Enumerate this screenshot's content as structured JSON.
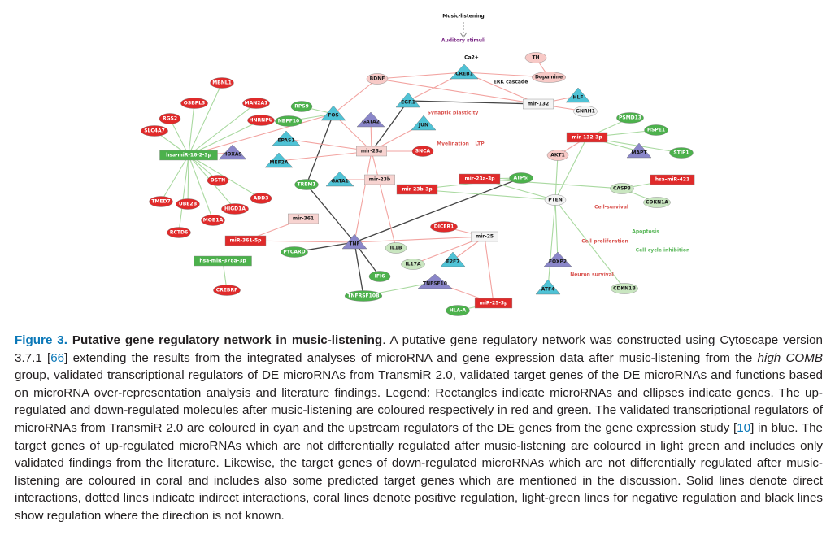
{
  "figure": {
    "top_labels": {
      "music_listening": "Music-listening",
      "auditory_stimuli": "Auditory stimuli",
      "ca2": "Ca2+"
    },
    "process_labels": [
      {
        "id": "synaptic",
        "text": "Synaptic plasticity",
        "color": "#d9534f"
      },
      {
        "id": "myelination",
        "text": "Myelination",
        "color": "#d9534f"
      },
      {
        "id": "ltp",
        "text": "LTP",
        "color": "#d9534f"
      },
      {
        "id": "erk",
        "text": "ERK cascade",
        "color": "#222222"
      },
      {
        "id": "cellsurvival",
        "text": "Cell-survival",
        "color": "#d9534f"
      },
      {
        "id": "apoptosis",
        "text": "Apoptosis",
        "color": "#5cb85c"
      },
      {
        "id": "cellprolif",
        "text": "Cell-proliferation",
        "color": "#d9534f"
      },
      {
        "id": "cellcycle",
        "text": "Cell-cycle inhibition",
        "color": "#5cb85c"
      },
      {
        "id": "neuron",
        "text": "Neuron survival",
        "color": "#d9534f"
      }
    ],
    "nodes": [
      {
        "id": "MBNL1",
        "label": "MBNL1",
        "shape": "ellipse",
        "type": "up"
      },
      {
        "id": "OSBPL3",
        "label": "OSBPL3",
        "shape": "ellipse",
        "type": "up"
      },
      {
        "id": "MAN2A1",
        "label": "MAN2A1",
        "shape": "ellipse",
        "type": "up"
      },
      {
        "id": "RGS2",
        "label": "RGS2",
        "shape": "ellipse",
        "type": "up"
      },
      {
        "id": "HNRNPU",
        "label": "HNRNPU",
        "shape": "ellipse",
        "type": "up"
      },
      {
        "id": "SLC4A7",
        "label": "SLC4A7",
        "shape": "ellipse",
        "type": "up"
      },
      {
        "id": "hsa-miR-16-2-3p",
        "label": "hsa-miR-16-2-3p",
        "shape": "rect",
        "type": "down"
      },
      {
        "id": "HOXA9",
        "label": "HOXA9",
        "shape": "triangle",
        "type": "blue"
      },
      {
        "id": "DSTN",
        "label": "DSTN",
        "shape": "ellipse",
        "type": "up"
      },
      {
        "id": "TMED7",
        "label": "TMED7",
        "shape": "ellipse",
        "type": "up"
      },
      {
        "id": "UBE2B",
        "label": "UBE2B",
        "shape": "ellipse",
        "type": "up"
      },
      {
        "id": "HIGD1A",
        "label": "HIGD1A",
        "shape": "ellipse",
        "type": "up"
      },
      {
        "id": "ADD3",
        "label": "ADD3",
        "shape": "ellipse",
        "type": "up"
      },
      {
        "id": "MOB1A",
        "label": "MOB1A",
        "shape": "ellipse",
        "type": "up"
      },
      {
        "id": "RCTD6",
        "label": "RCTD6",
        "shape": "ellipse",
        "type": "up"
      },
      {
        "id": "RPS9",
        "label": "RPS9",
        "shape": "ellipse",
        "type": "down"
      },
      {
        "id": "NBPF10",
        "label": "NBPF10",
        "shape": "ellipse",
        "type": "down"
      },
      {
        "id": "FOS",
        "label": "FOS",
        "shape": "triangle",
        "type": "cyan"
      },
      {
        "id": "GATA2",
        "label": "GATA2",
        "shape": "triangle",
        "type": "blue"
      },
      {
        "id": "EPAS1",
        "label": "EPAS1",
        "shape": "triangle",
        "type": "cyan"
      },
      {
        "id": "MEF2A",
        "label": "MEF2A",
        "shape": "triangle",
        "type": "cyan"
      },
      {
        "id": "BDNF",
        "label": "BDNF",
        "shape": "ellipse",
        "type": "coral"
      },
      {
        "id": "EGR1",
        "label": "EGR1",
        "shape": "triangle",
        "type": "cyan"
      },
      {
        "id": "JUN",
        "label": "JUN",
        "shape": "triangle",
        "type": "cyan"
      },
      {
        "id": "CREB1",
        "label": "CREB1",
        "shape": "triangle",
        "type": "cyan"
      },
      {
        "id": "mir-23a",
        "label": "mir-23a",
        "shape": "rect",
        "type": "coralrect"
      },
      {
        "id": "SNCA",
        "label": "SNCA",
        "shape": "ellipse",
        "type": "up"
      },
      {
        "id": "TH",
        "label": "TH",
        "shape": "ellipse",
        "type": "coral"
      },
      {
        "id": "Dopamine",
        "label": "Dopamine",
        "shape": "ellipse",
        "type": "coral"
      },
      {
        "id": "mir-132",
        "label": "mir-132",
        "shape": "rect",
        "type": "plain"
      },
      {
        "id": "HLF",
        "label": "HLF",
        "shape": "triangle",
        "type": "cyan"
      },
      {
        "id": "GNRH1",
        "label": "GNRH1",
        "shape": "ellipse",
        "type": "plain"
      },
      {
        "id": "PSMD13",
        "label": "PSMD13",
        "shape": "ellipse",
        "type": "down"
      },
      {
        "id": "HSPE1",
        "label": "HSPE1",
        "shape": "ellipse",
        "type": "down"
      },
      {
        "id": "mir-132-3p",
        "label": "mir-132-3p",
        "shape": "rect",
        "type": "uprect"
      },
      {
        "id": "MAPT",
        "label": "MAPT",
        "shape": "triangle",
        "type": "blue"
      },
      {
        "id": "STIP1",
        "label": "STIP1",
        "shape": "ellipse",
        "type": "down"
      },
      {
        "id": "AKT1",
        "label": "AKT1",
        "shape": "ellipse",
        "type": "coral"
      },
      {
        "id": "TREM1",
        "label": "TREM1",
        "shape": "ellipse",
        "type": "down"
      },
      {
        "id": "GATA1",
        "label": "GATA1",
        "shape": "triangle",
        "type": "cyan"
      },
      {
        "id": "mir-23b",
        "label": "mir-23b",
        "shape": "rect",
        "type": "coralrect"
      },
      {
        "id": "mir-23b-3p",
        "label": "mir-23b-3p",
        "shape": "rect",
        "type": "uprect"
      },
      {
        "id": "mir-23a-3p",
        "label": "mir-23a-3p",
        "shape": "rect",
        "type": "uprect"
      },
      {
        "id": "ATP5J",
        "label": "ATP5J",
        "shape": "ellipse",
        "type": "down"
      },
      {
        "id": "hsa-miR-421",
        "label": "hsa-miR-421",
        "shape": "rect",
        "type": "uprect"
      },
      {
        "id": "CASP3",
        "label": "CASP3",
        "shape": "ellipse",
        "type": "lightgreen"
      },
      {
        "id": "CDKN1A",
        "label": "CDKN1A",
        "shape": "ellipse",
        "type": "lightgreen"
      },
      {
        "id": "PTEN",
        "label": "PTEN",
        "shape": "ellipse",
        "type": "plain"
      },
      {
        "id": "mir-361",
        "label": "mir-361",
        "shape": "rect",
        "type": "coralrect"
      },
      {
        "id": "DICER1",
        "label": "DICER1",
        "shape": "ellipse",
        "type": "up"
      },
      {
        "id": "mir-25",
        "label": "mir-25",
        "shape": "rect",
        "type": "plain"
      },
      {
        "id": "TNF",
        "label": "TNF",
        "shape": "triangle",
        "type": "blue"
      },
      {
        "id": "miR-361-5p",
        "label": "miR-361-5p",
        "shape": "rect",
        "type": "uprect"
      },
      {
        "id": "hsa-miR-378a-3p",
        "label": "hsa-miR-378a-3p",
        "shape": "rect",
        "type": "down"
      },
      {
        "id": "PYCARD",
        "label": "PYCARD",
        "shape": "ellipse",
        "type": "down"
      },
      {
        "id": "IL1B",
        "label": "IL1B",
        "shape": "ellipse",
        "type": "lightgreen"
      },
      {
        "id": "IL17A",
        "label": "IL17A",
        "shape": "ellipse",
        "type": "lightgreen"
      },
      {
        "id": "E2F7",
        "label": "E2F7",
        "shape": "triangle",
        "type": "cyan"
      },
      {
        "id": "FOXP2",
        "label": "FOXP2",
        "shape": "triangle",
        "type": "blue"
      },
      {
        "id": "IFI6",
        "label": "IFI6",
        "shape": "ellipse",
        "type": "down"
      },
      {
        "id": "TNFSF10",
        "label": "TNFSF10",
        "shape": "triangle",
        "type": "blue"
      },
      {
        "id": "CREBRF",
        "label": "CREBRF",
        "shape": "ellipse",
        "type": "up"
      },
      {
        "id": "TNFRSF10B",
        "label": "TNFRSF10B",
        "shape": "ellipse",
        "type": "down"
      },
      {
        "id": "ATF4",
        "label": "ATF4",
        "shape": "triangle",
        "type": "cyan"
      },
      {
        "id": "CDKN1B",
        "label": "CDKN1B",
        "shape": "ellipse",
        "type": "lightgreen"
      },
      {
        "id": "miR-25-3p",
        "label": "miR-25-3p",
        "shape": "rect",
        "type": "uprect"
      },
      {
        "id": "HLA-A",
        "label": "HLA-A",
        "shape": "ellipse",
        "type": "down"
      }
    ],
    "edges": [
      [
        "hsa-miR-16-2-3p",
        "MBNL1",
        "g"
      ],
      [
        "hsa-miR-16-2-3p",
        "OSBPL3",
        "g"
      ],
      [
        "hsa-miR-16-2-3p",
        "RGS2",
        "g"
      ],
      [
        "hsa-miR-16-2-3p",
        "SLC4A7",
        "g"
      ],
      [
        "hsa-miR-16-2-3p",
        "HNRNPU",
        "g"
      ],
      [
        "hsa-miR-16-2-3p",
        "MAN2A1",
        "g"
      ],
      [
        "hsa-miR-16-2-3p",
        "DSTN",
        "g"
      ],
      [
        "hsa-miR-16-2-3p",
        "TMED7",
        "g"
      ],
      [
        "hsa-miR-16-2-3p",
        "UBE2B",
        "g"
      ],
      [
        "hsa-miR-16-2-3p",
        "HIGD1A",
        "g"
      ],
      [
        "hsa-miR-16-2-3p",
        "MOB1A",
        "g"
      ],
      [
        "hsa-miR-16-2-3p",
        "RCTD6",
        "g"
      ],
      [
        "hsa-miR-16-2-3p",
        "ADD3",
        "g"
      ],
      [
        "HOXA9",
        "hsa-miR-16-2-3p",
        "p"
      ],
      [
        "FOS",
        "hsa-miR-16-2-3p",
        "p"
      ],
      [
        "FOS",
        "RPS9",
        "g"
      ],
      [
        "FOS",
        "NBPF10",
        "g"
      ],
      [
        "FOS",
        "TREM1",
        "k"
      ],
      [
        "FOS",
        "mir-23a",
        "p"
      ],
      [
        "FOS",
        "BDNF",
        "p"
      ],
      [
        "GATA2",
        "mir-23a",
        "p"
      ],
      [
        "EPAS1",
        "mir-23a",
        "p"
      ],
      [
        "MEF2A",
        "mir-23a",
        "p"
      ],
      [
        "EGR1",
        "mir-23a",
        "k"
      ],
      [
        "JUN",
        "mir-23a",
        "p"
      ],
      [
        "CREB1",
        "BDNF",
        "p"
      ],
      [
        "CREB1",
        "mir-132",
        "p"
      ],
      [
        "CREB1",
        "Dopamine",
        "p"
      ],
      [
        "CREB1",
        "EGR1",
        "p"
      ],
      [
        "TH",
        "Dopamine",
        "p"
      ],
      [
        "BDNF",
        "mir-132",
        "p"
      ],
      [
        "EGR1",
        "mir-132",
        "k"
      ],
      [
        "mir-132",
        "GNRH1",
        "p"
      ],
      [
        "HLF",
        "mir-132",
        "p"
      ],
      [
        "mir-132-3p",
        "PSMD13",
        "g"
      ],
      [
        "mir-132-3p",
        "MAPT",
        "g"
      ],
      [
        "mir-132-3p",
        "HSPE1",
        "g"
      ],
      [
        "mir-132-3p",
        "STIP1",
        "g"
      ],
      [
        "mir-132-3p",
        "AKT1",
        "p"
      ],
      [
        "mir-132-3p",
        "PTEN",
        "g"
      ],
      [
        "GATA1",
        "mir-23b",
        "p"
      ],
      [
        "mir-23b-3p",
        "ATP5J",
        "g"
      ],
      [
        "mir-23a-3p",
        "ATP5J",
        "g"
      ],
      [
        "mir-23a-3p",
        "PTEN",
        "g"
      ],
      [
        "hsa-miR-421",
        "CASP3",
        "g"
      ],
      [
        "CASP3",
        "CDKN1A",
        "g"
      ],
      [
        "PTEN",
        "AKT1",
        "g"
      ],
      [
        "PTEN",
        "CDKN1B",
        "g"
      ],
      [
        "TNF",
        "TREM1",
        "k"
      ],
      [
        "TNF",
        "ATP5J",
        "k"
      ],
      [
        "TNF",
        "PYCARD",
        "k"
      ],
      [
        "TNF",
        "TNFRSF10B",
        "k"
      ],
      [
        "TNF",
        "IFI6",
        "k"
      ],
      [
        "TNF",
        "mir-23a",
        "p"
      ],
      [
        "TNF",
        "mir-25",
        "p"
      ],
      [
        "mir-361",
        "miR-361-5p",
        "p"
      ],
      [
        "miR-361-5p",
        "TNF",
        "p"
      ],
      [
        "hsa-miR-378a-3p",
        "CREBRF",
        "g"
      ],
      [
        "mir-25",
        "DICER1",
        "p"
      ],
      [
        "mir-25",
        "miR-25-3p",
        "p"
      ],
      [
        "miR-25-3p",
        "TNFSF10",
        "p"
      ],
      [
        "miR-25-3p",
        "HLA-A",
        "g"
      ],
      [
        "E2F7",
        "mir-25",
        "p"
      ],
      [
        "ATF4",
        "PTEN",
        "g"
      ],
      [
        "FOXP2",
        "PTEN",
        "g"
      ],
      [
        "IL1B",
        "mir-23a",
        "p"
      ],
      [
        "IL17A",
        "mir-25",
        "p"
      ],
      [
        "TNFSF10",
        "TNFRSF10B",
        "g"
      ],
      [
        "SNCA",
        "mir-23a",
        "p"
      ],
      [
        "mir-23a-3p",
        "CASP3",
        "g"
      ],
      [
        "mir-23b-3p",
        "PTEN",
        "g"
      ]
    ]
  },
  "caption": {
    "fig_label": "Figure 3.",
    "fig_title": "Putative gene regulatory network in music-listening",
    "text_1": ". A putative gene regulatory network was constructed using Cytoscape version 3.7.1 [",
    "ref_66": "66",
    "text_2": "] extending the results from the integrated analyses of microRNA and gene expression data after music-listening from the ",
    "italic_group": "high COMB",
    "text_3": " group, validated transcriptional regulators of DE microRNAs from TransmiR 2.0, validated target genes of the DE microRNAs and functions based on microRNA over-representation analysis and literature findings. Legend: Rectangles indicate microRNAs and ellipses indicate genes. The up-regulated and down-regulated molecules after music-listening are coloured respectively in red and green. The validated transcriptional regulators of microRNAs from TransmiR 2.0 are coloured in cyan and the upstream regulators of the DE genes from the gene expression study [",
    "ref_10": "10",
    "text_4": "] in blue. The target genes of up-regulated microRNAs which are not differentially regulated after music-listening are coloured in light green and includes only validated findings from the literature. Likewise, the target genes of down-regulated microRNAs which are not differentially regulated after music-listening are coloured in coral and includes also some predicted target genes which are mentioned in the discussion. Solid lines denote direct interactions, dotted lines indicate indirect interactions, coral lines denote positive regulation, light-green lines for negative regulation and black lines show regulation where the direction is not known."
  },
  "colors": {
    "up": "#e02a2a",
    "down": "#4cb14c",
    "cyan": "#4fc3d6",
    "blue": "#8a86c9",
    "lightgreen": "#c9e6c0",
    "coral": "#f7c9c6",
    "uprect": "#e02a2a",
    "coralrect": "#f7d3d0",
    "plain": "#f4f4f4",
    "edge_pos": "#f2a3a0",
    "edge_neg": "#a9d9a0",
    "edge_unk": "#444444",
    "caption_label": "#0b78b8",
    "link": "#0b78b8"
  }
}
